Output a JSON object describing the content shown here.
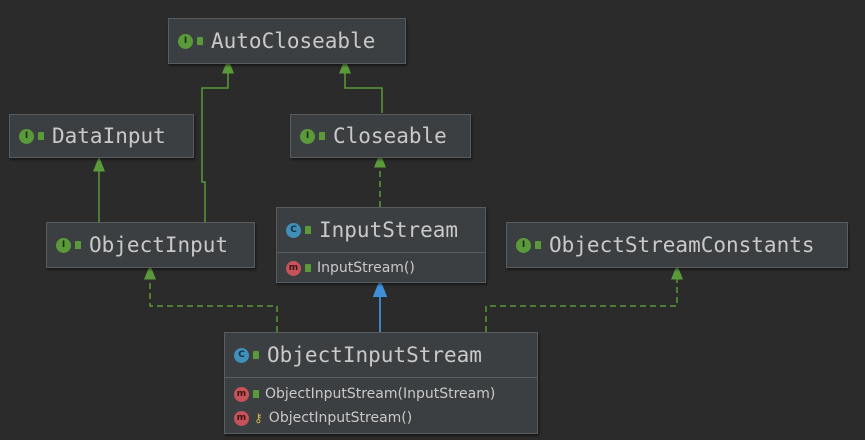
{
  "nodes": {
    "auto_closeable": {
      "kind": "I",
      "label": "AutoCloseable"
    },
    "data_input": {
      "kind": "I",
      "label": "DataInput"
    },
    "closeable": {
      "kind": "I",
      "label": "Closeable"
    },
    "object_input": {
      "kind": "I",
      "label": "ObjectInput"
    },
    "input_stream": {
      "kind": "C",
      "label": "InputStream",
      "members": [
        {
          "kind": "m",
          "label": "InputStream()"
        }
      ]
    },
    "object_stream_constants": {
      "kind": "I",
      "label": "ObjectStreamConstants"
    },
    "object_input_stream": {
      "kind": "C",
      "label": "ObjectInputStream",
      "members": [
        {
          "kind": "m",
          "label": "ObjectInputStream(InputStream)"
        },
        {
          "kind": "m",
          "label": "ObjectInputStream()"
        }
      ]
    }
  },
  "colors": {
    "implements": "#5a9a3a",
    "extends": "#3f8fd8",
    "background": "#2b2b2b"
  }
}
